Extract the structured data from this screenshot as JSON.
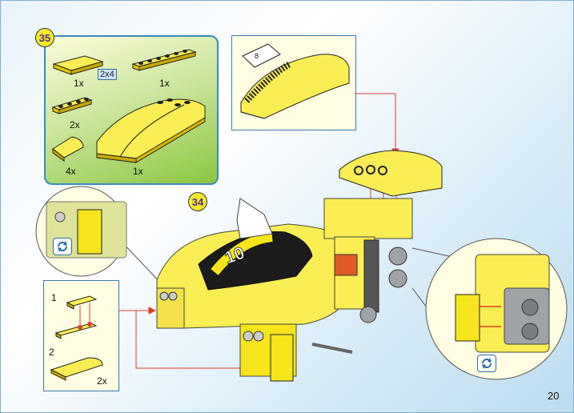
{
  "page": {
    "number": "20"
  },
  "step35": {
    "badge": "35",
    "parts": [
      {
        "qty": "1x",
        "icon": "yellow-plate-2x4-icon",
        "size_label": "2x4"
      },
      {
        "qty": "1x",
        "icon": "yellow-plate-1x6-icon"
      },
      {
        "qty": "2x",
        "icon": "yellow-plate-1x4-icon"
      },
      {
        "qty": "4x",
        "icon": "yellow-curved-slope-icon"
      },
      {
        "qty": "1x",
        "icon": "yellow-curved-hood-icon"
      }
    ]
  },
  "step34": {
    "badge": "34"
  },
  "sticker": {
    "label": "8"
  },
  "hood_number": "10",
  "subassembly": {
    "steps": [
      {
        "label": "1"
      },
      {
        "label": "2"
      }
    ],
    "multiplier": "2x"
  },
  "colors": {
    "part_yellow": "#f6e51a",
    "parts_panel": "#8cc63f",
    "callout_bg": "#fffde2",
    "arrow_red": "#d8402a"
  }
}
